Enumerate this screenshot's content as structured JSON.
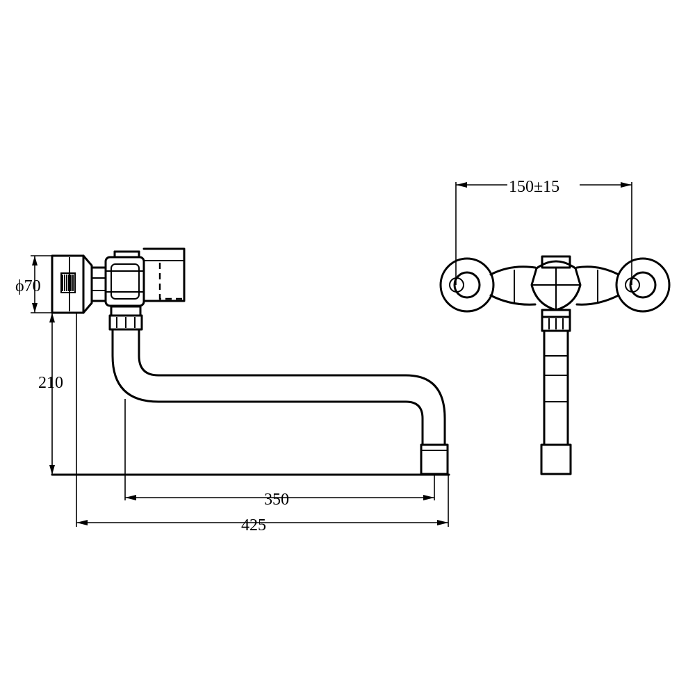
{
  "dimensions": {
    "pipe_diameter": "ϕ70",
    "height": "210",
    "spout_reach": "350",
    "overall_length": "425",
    "handle_spacing": "150±15"
  }
}
